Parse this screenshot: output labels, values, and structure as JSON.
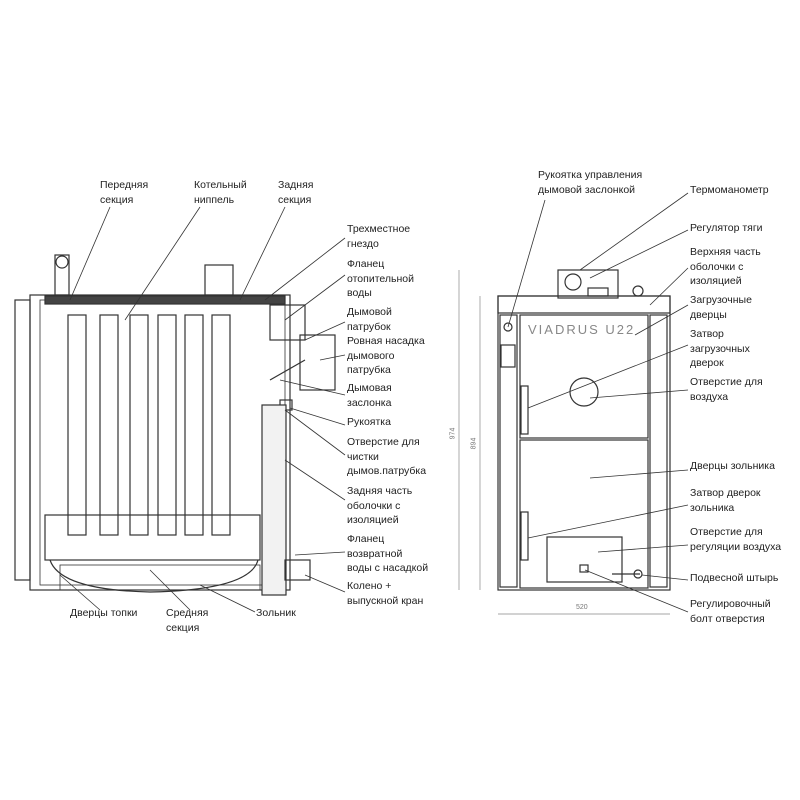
{
  "left_view": {
    "labels": [
      "Передняя\nсекция",
      "Котельный\nниппель",
      "Задняя\nсекция",
      "Трехместное\nгнездо",
      "Фланец\nотопительной\nводы",
      "Дымовой\nпатрубок",
      "Ровная насадка\nдымового\nпатрубка",
      "Дымовая\nзаслонка",
      "Рукоятка",
      "Отверстие для\nчистки\nдымов.патрубка",
      "Задняя часть\nоболочки с\nизоляцией",
      "Фланец\nвозвратной\nводы с насадкой",
      "Колено +\nвыпускной кран",
      "Дверцы топки",
      "Средняя\nсекция",
      "Зольник"
    ]
  },
  "right_view": {
    "brand": "VIADRUS  U22",
    "dimensions": {
      "total_height": "974",
      "body_height": "894",
      "width": "520"
    },
    "labels": [
      "Рукоятка управления\nдымовой заслонкой",
      "Термоманометр",
      "Регулятор тяги",
      "Верхняя часть\nоболочки с\nизоляцией",
      "Загрузочные\nдверцы",
      "Затвор\nзагрузочных\nдверок",
      "Отверстие для\nвоздуха",
      "Дверцы зольника",
      "Затвор дверок\nзольника",
      "Отверстие для\nрегуляции воздуха",
      "Подвесной штырь",
      "Регулировочный\nболт отверстия"
    ]
  }
}
